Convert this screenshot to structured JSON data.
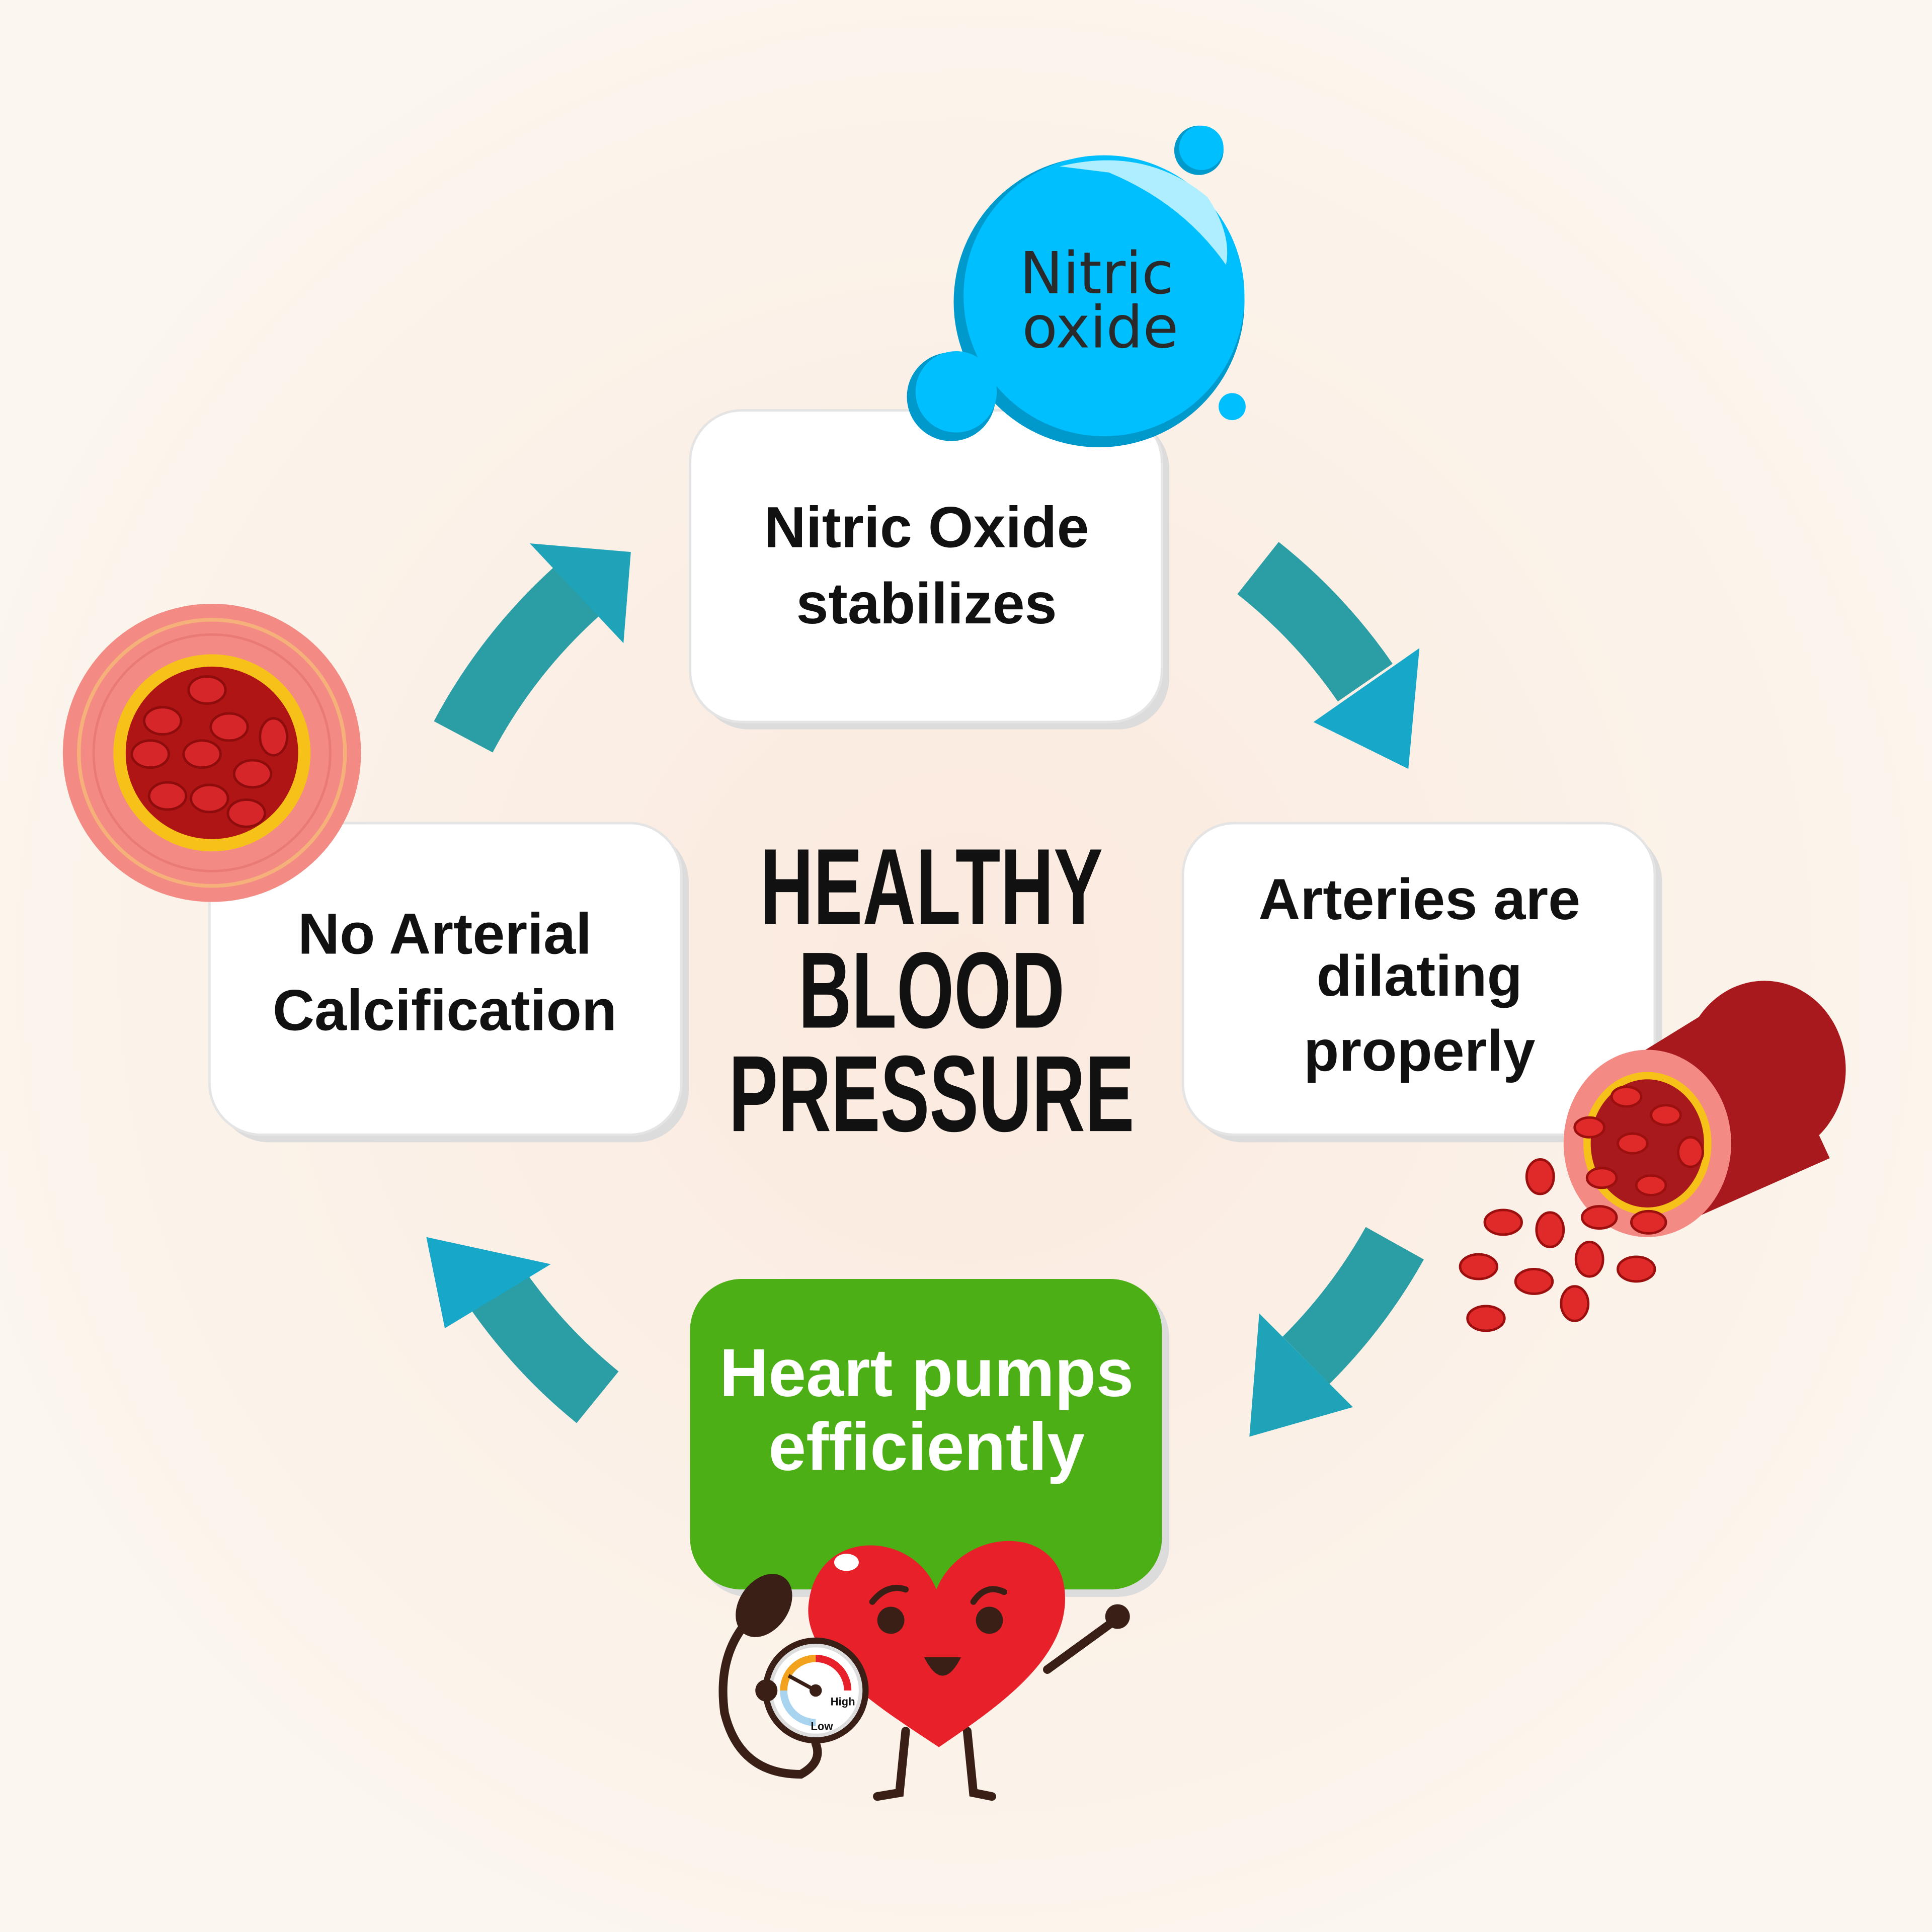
{
  "title": {
    "line1": "HEALTHY",
    "line2": "BLOOD",
    "line3": "PRESSURE"
  },
  "bubble": {
    "line1": "Nitric",
    "line2": "oxide"
  },
  "steps": [
    {
      "lines": [
        "Nitric Oxide",
        "stabilizes"
      ]
    },
    {
      "lines": [
        "Arteries are",
        "dilating",
        "properly"
      ]
    },
    {
      "lines": [
        "Heart pumps",
        "efficiently"
      ]
    },
    {
      "lines": [
        "No Arterial",
        "Calcification"
      ]
    }
  ],
  "gauge": {
    "high_label": "High",
    "low_label": "Low"
  },
  "colors": {
    "arrow": "#2a9da5",
    "highlight_box": "#4caf16",
    "bubble": "#00bfff",
    "heart": "#e8202a",
    "background": "#fbeee3"
  }
}
